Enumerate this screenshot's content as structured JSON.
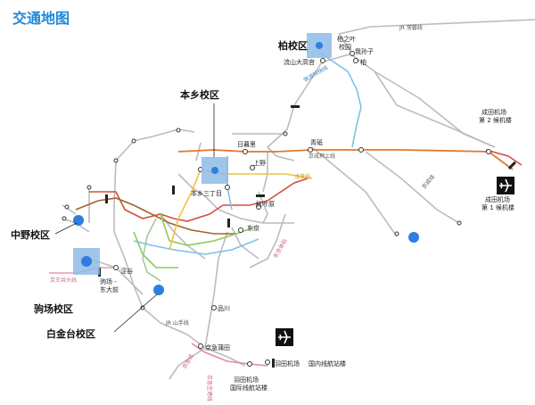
{
  "title": "交通地图",
  "colors": {
    "title": "#1e88d8",
    "campus_fill": "#8fbbe8",
    "campus_dot": "#2d7ee0",
    "orange_line": "#e1782f",
    "red_line": "#d0503e",
    "gray_line": "#b9b9b9",
    "light_gray_line": "#d4d4d4",
    "blue_line": "#7fc0e8",
    "green_line": "#8cc95c",
    "yellow_line": "#f2c13b",
    "brown_line": "#a0642b"
  },
  "campuses": {
    "kashiwa": "柏校区",
    "hongo": "本乡校区",
    "nakano": "中野校区",
    "komaba": "驹场校区",
    "shirokanedai": "白金台校区"
  },
  "stations": {
    "kashiwanoha": "柏之叶",
    "kashiwanoha_campus": "校园",
    "nagareyama": "流山大高宫",
    "abiko": "我孙子",
    "kashiwa": "柏",
    "nippori": "日暮里",
    "aoto": "青砥",
    "ueno": "上野",
    "hongo_sanchome": "本乡三丁目",
    "akihabara": "秋叶原",
    "tokyo": "东京",
    "shibuya": "涩谷",
    "komaba_todaimae_1": "驹场 -",
    "komaba_todaimae_2": "东大前",
    "shinagawa": "品川",
    "keikyu_kamata": "京急蒲田",
    "haneda": "羽田机场",
    "haneda_domestic": "国内线航站楼",
    "haneda_intl_1": "羽田机场",
    "haneda_intl_2": "国际线航站楼",
    "narita_t2_1": "成田机场",
    "narita_t2_2": "第 2 候机楼",
    "narita_t1_1": "成田机场",
    "narita_t1_2": "第 1 候机楼"
  },
  "line_labels": {
    "jr_joban": "JR 常磐线",
    "tsukuba_express": "筑波特快线",
    "keisei_oshiage": "京成押上线",
    "keisei": "京成线",
    "jr_yamanote": "JR 山手线",
    "keio_inokashira": "京王井头线",
    "toei_asakusa": "浅草线",
    "tokyo_monorail": "东京单轨",
    "keikyu": "京急线",
    "keikyu_airport": "京急空港线",
    "yamanote_side": "山手线"
  },
  "icons": {
    "airport": "airplane-icon"
  }
}
